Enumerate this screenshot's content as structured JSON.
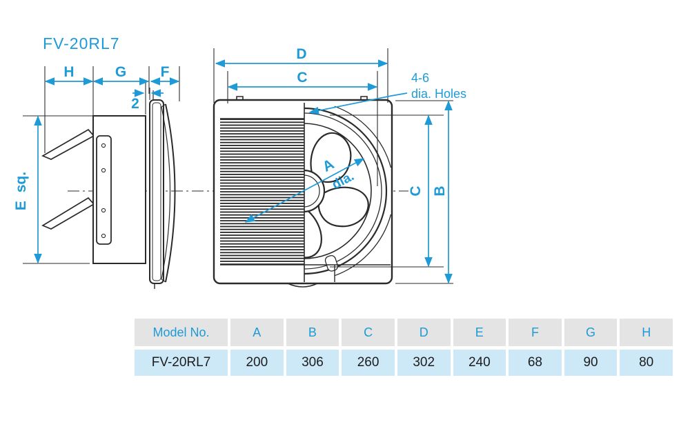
{
  "title": "FV-20RL7",
  "diagram": {
    "colors": {
      "accent": "#1e9ad6",
      "line": "#2a2a2a",
      "table_header_bg": "#e4e4e4",
      "table_row_bg": "#cde9f8"
    },
    "labels": {
      "h": "H",
      "g": "G",
      "f": "F",
      "gap": "2",
      "e_sq": "E sq.",
      "d": "D",
      "c_top": "C",
      "c_right": "C",
      "b": "B",
      "a": "A",
      "a_dia": "dia.",
      "holes_line1": "4-6",
      "holes_line2": "dia. Holes"
    }
  },
  "table": {
    "headers": [
      "Model No.",
      "A",
      "B",
      "C",
      "D",
      "E",
      "F",
      "G",
      "H"
    ],
    "rows": [
      [
        "FV-20RL7",
        "200",
        "306",
        "260",
        "302",
        "240",
        "68",
        "90",
        "80"
      ]
    ]
  }
}
